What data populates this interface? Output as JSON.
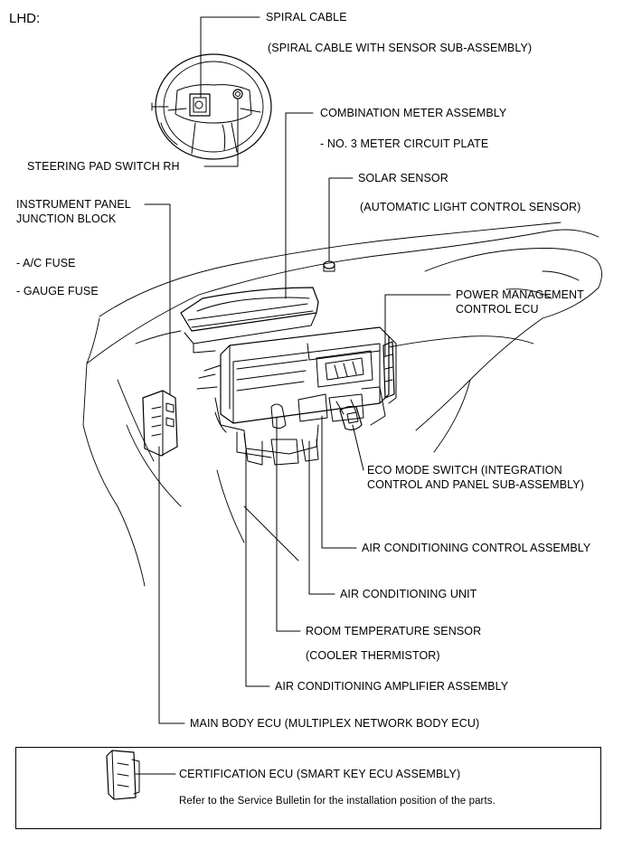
{
  "header": {
    "label": "LHD:"
  },
  "labels": {
    "spiral_cable": "SPIRAL CABLE",
    "spiral_cable_sub": "(SPIRAL CABLE WITH SENSOR SUB-ASSEMBLY)",
    "combination_meter": "COMBINATION METER ASSEMBLY",
    "meter_circuit_plate": "- NO. 3 METER CIRCUIT PLATE",
    "solar_sensor": "SOLAR SENSOR",
    "solar_sensor_sub": "(AUTOMATIC LIGHT CONTROL SENSOR)",
    "steering_pad_switch": "STEERING PAD SWITCH RH",
    "instrument_panel_jb_1": "INSTRUMENT PANEL",
    "instrument_panel_jb_2": "JUNCTION BLOCK",
    "ac_fuse": "- A/C FUSE",
    "gauge_fuse": "- GAUGE FUSE",
    "power_mgmt_1": "POWER MANAGEMENT",
    "power_mgmt_2": "CONTROL ECU",
    "eco_mode_1": "ECO MODE SWITCH (INTEGRATION",
    "eco_mode_2": "CONTROL AND PANEL SUB-ASSEMBLY)",
    "ac_control": "AIR CONDITIONING CONTROL ASSEMBLY",
    "ac_unit": "AIR CONDITIONING UNIT",
    "room_temp_sensor": "ROOM TEMPERATURE SENSOR",
    "cooler_thermistor": "(COOLER THERMISTOR)",
    "ac_amplifier": "AIR CONDITIONING AMPLIFIER ASSEMBLY",
    "main_body_ecu": "MAIN BODY ECU (MULTIPLEX NETWORK BODY ECU)"
  },
  "note": {
    "certification_ecu": "CERTIFICATION ECU (SMART KEY ECU ASSEMBLY)",
    "text": "Refer to the Service Bulletin for the installation position of the parts."
  }
}
